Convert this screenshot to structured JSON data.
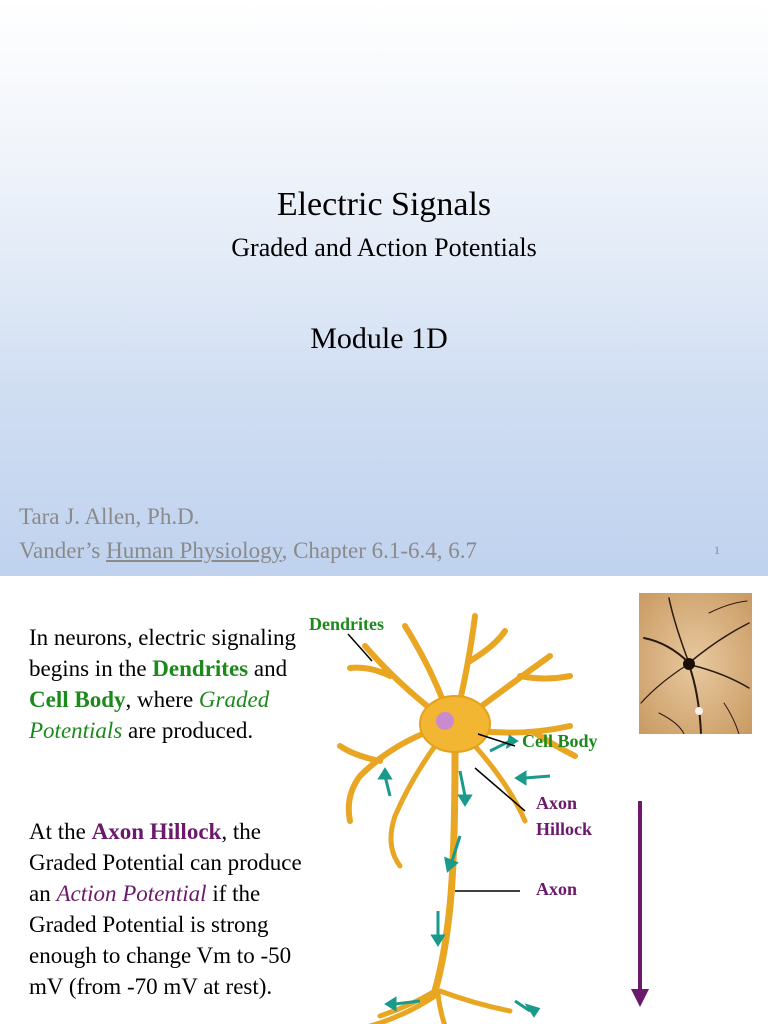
{
  "slide1": {
    "title": "Electric Signals",
    "subtitle": "Graded and Action Potentials",
    "module": "Module 1D",
    "author": "Tara J. Allen, Ph.D.",
    "reference_prefix": "Vander’s ",
    "reference_book": "Human Physiology",
    "reference_suffix": ", Chapter 6.1-6.4, 6.7",
    "page_number": "1"
  },
  "slide2": {
    "p1": {
      "s1": "In neurons, electric signaling begins in the ",
      "dendrites": "Dendrites",
      "s2": " and ",
      "cell_body": "Cell Body",
      "s3": ", where ",
      "graded": "Graded Potentials",
      "s4": " are produced."
    },
    "p2": {
      "s1": "At the ",
      "hillock": "Axon Hillock",
      "s2": ", the Graded Potential can produce an ",
      "action": "Action Potential",
      "s3": " if the Graded Potential is strong enough to change Vm to -50 mV (from -70 mV at rest)."
    },
    "labels": {
      "dendrites": "Dendrites",
      "cell_body": "Cell Body",
      "axon_hillock_1": "Axon",
      "axon_hillock_2": "Hillock",
      "axon": "Axon"
    },
    "colors": {
      "green": "#1b8a1b",
      "purple": "#6b1a6b",
      "neuron": "#f2b632",
      "arrow_teal": "#1a9a8a"
    }
  }
}
